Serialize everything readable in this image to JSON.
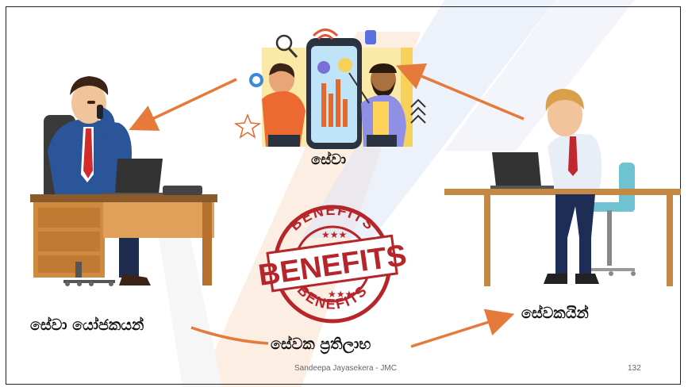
{
  "center_service_label": "සේවා",
  "employers_label": "සේවා යෝජකයන්",
  "employees_label": "සේවකයින්",
  "benefits_label": "සේවක ප්‍රතිලාභ",
  "stamp": {
    "main_word": "BENEFITS",
    "ring_top": "BENEFITS",
    "ring_bottom": "BENEFITS",
    "color": "#b5252a"
  },
  "footer": {
    "author": "Sandeepa Jayasekera - JMC",
    "page_number": "132"
  },
  "colors": {
    "arrow": "#e57a3a",
    "watermark": "#f3a66a",
    "accent_blue": "#2e6cd1"
  }
}
